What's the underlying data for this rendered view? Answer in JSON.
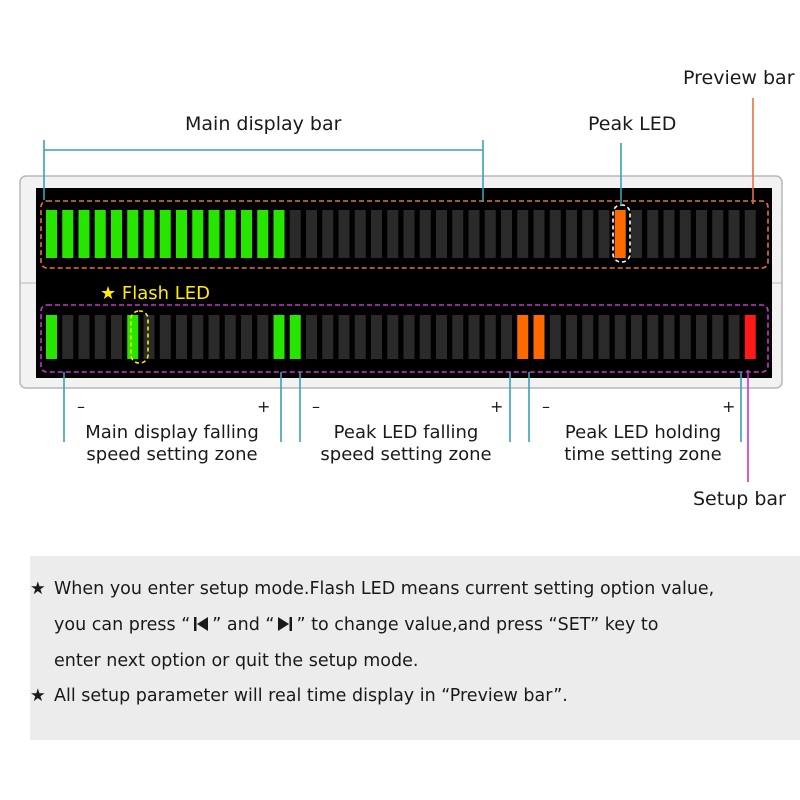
{
  "labels": {
    "preview_bar": "Preview bar",
    "main_display_bar": "Main display bar",
    "peak_led": "Peak LED",
    "flash_led": "★ Flash LED",
    "setup_bar": "Setup bar"
  },
  "zones": [
    {
      "line1": "Main display falling",
      "line2": "speed setting zone",
      "minus": "–",
      "plus": "+"
    },
    {
      "line1": "Peak LED falling",
      "line2": "speed setting zone",
      "minus": "–",
      "plus": "+"
    },
    {
      "line1": "Peak LED holding",
      "line2": "time setting zone",
      "minus": "–",
      "plus": "+"
    }
  ],
  "notes": {
    "star": "★",
    "line1": "When you enter setup mode.Flash LED means current setting option value,",
    "line2_a": "you can press “",
    "line2_b": "” and “",
    "line2_c": "” to change value,and press “SET” key to",
    "line3": "enter next option or quit the setup mode.",
    "line4": "All setup parameter will real time display in “Preview bar”."
  },
  "colors": {
    "preview_bar": "#e2743a",
    "setup_bar": "#cc33cc",
    "leader_line": "#3aa0b8",
    "led_green": "#26e600",
    "led_orange": "#ff6a00",
    "led_red": "#ff1a1a",
    "led_off": "#2a2a2a",
    "flash_label": "#ffee00"
  },
  "leds": {
    "preview_green_count": 15,
    "preview_peak_index": 35,
    "setup_lit": [
      {
        "index": 0,
        "color": "green"
      },
      {
        "index": 5,
        "color": "green",
        "flash": true
      },
      {
        "index": 14,
        "color": "green"
      },
      {
        "index": 15,
        "color": "green"
      },
      {
        "index": 29,
        "color": "orange"
      },
      {
        "index": 30,
        "color": "orange"
      },
      {
        "index": 43,
        "color": "red"
      }
    ]
  }
}
